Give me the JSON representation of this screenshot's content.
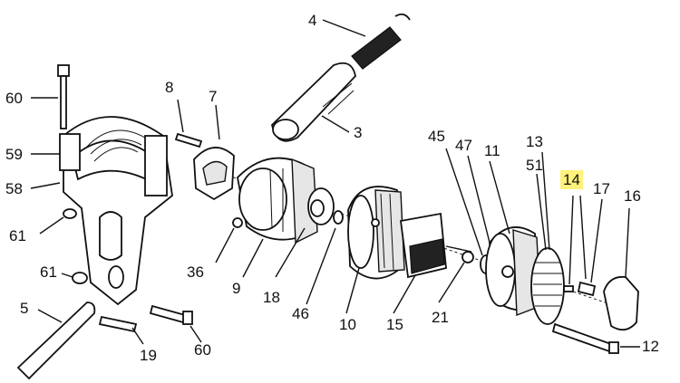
{
  "diagram": {
    "highlight_color": "#fff27a",
    "labels": {
      "l4": "4",
      "l60a": "60",
      "l8": "8",
      "l7": "7",
      "l3": "3",
      "l59": "59",
      "l58": "58",
      "l61a": "61",
      "l36": "36",
      "l9": "9",
      "l18": "18",
      "l46": "46",
      "l10": "10",
      "l15": "15",
      "l21": "21",
      "l45": "45",
      "l47": "47",
      "l11": "11",
      "l13": "13",
      "l51": "51",
      "l14": "14",
      "l17": "17",
      "l16": "16",
      "l12": "12",
      "l61b": "61",
      "l5": "5",
      "l19": "19",
      "l60b": "60"
    }
  }
}
